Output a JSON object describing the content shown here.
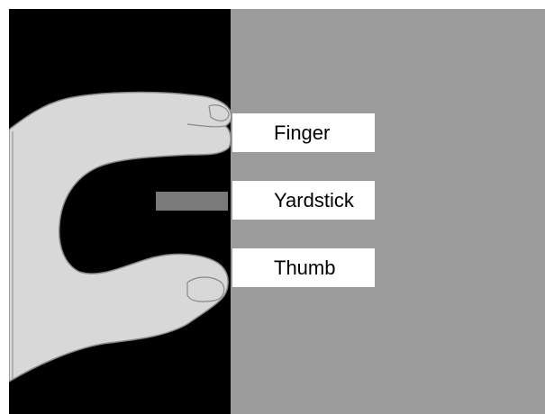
{
  "labels": {
    "finger": "Finger",
    "yardstick": "Yardstick",
    "thumb": "Thumb"
  },
  "colors": {
    "left_panel": "#000000",
    "right_panel": "#9b9b9b",
    "hand_fill": "#d8d8d8",
    "hand_outline": "#8a8a8a",
    "yardstick": "#7a7a7a",
    "label_background": "#ffffff"
  }
}
